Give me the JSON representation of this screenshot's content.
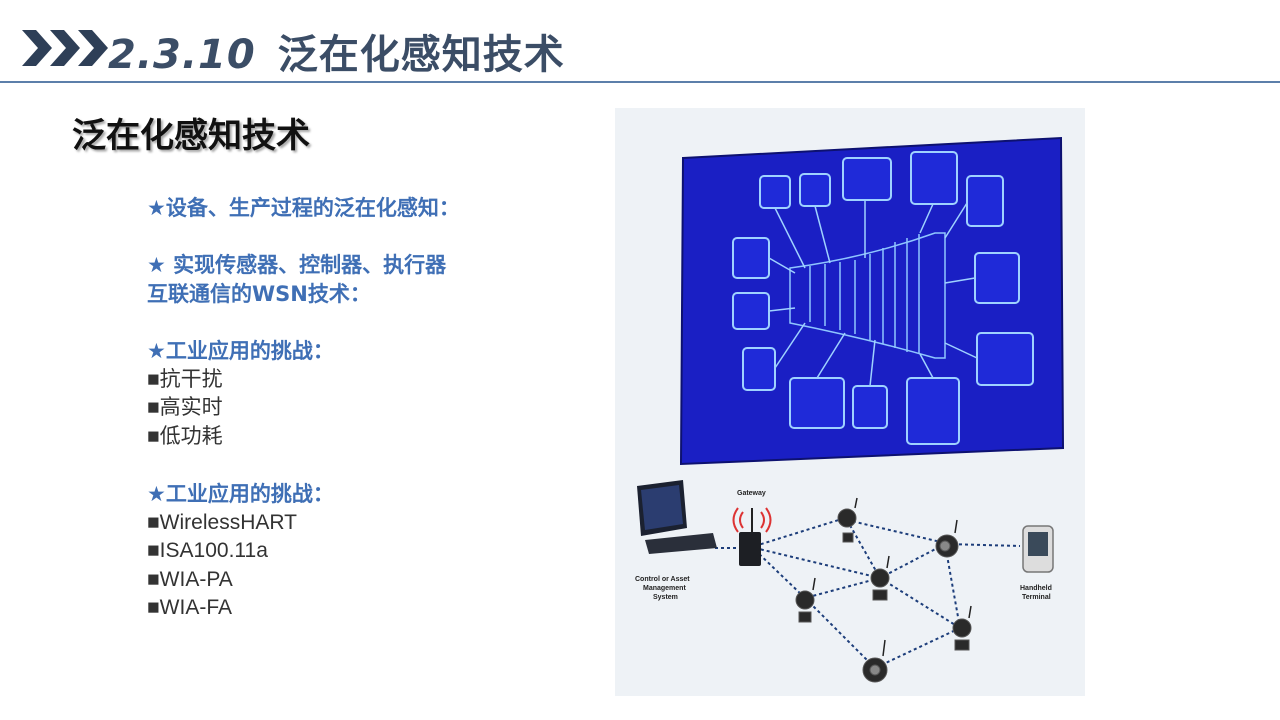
{
  "header": {
    "number": "2.3.10",
    "title": "泛在化感知技术"
  },
  "subtitle": "泛在化感知技术",
  "content": {
    "section1": "★设备、生产过程的泛在化感知：",
    "section2_line1": "★ 实现传感器、控制器、执行器",
    "section2_line2": "互联通信的WSN技术：",
    "section3_heading": "★工业应用的挑战：",
    "section3_items": [
      "■抗干扰",
      "■高实时",
      "■低功耗"
    ],
    "section4_heading": "★工业应用的挑战：",
    "section4_items": [
      "■WirelessHART",
      "■ISA100.11a",
      "■WIA-PA",
      "■WIA-FA"
    ]
  },
  "figure": {
    "gateway_label": "Gateway",
    "control_label_1": "Control or Asset",
    "control_label_2": "Management",
    "control_label_3": "System",
    "handheld_label_1": "Handheld",
    "handheld_label_2": "Terminal"
  },
  "colors": {
    "header_text": "#3b4d66",
    "rule": "#5c7faa",
    "highlight": "#3f6fb5",
    "panel_blue": "#1a1fc4"
  }
}
